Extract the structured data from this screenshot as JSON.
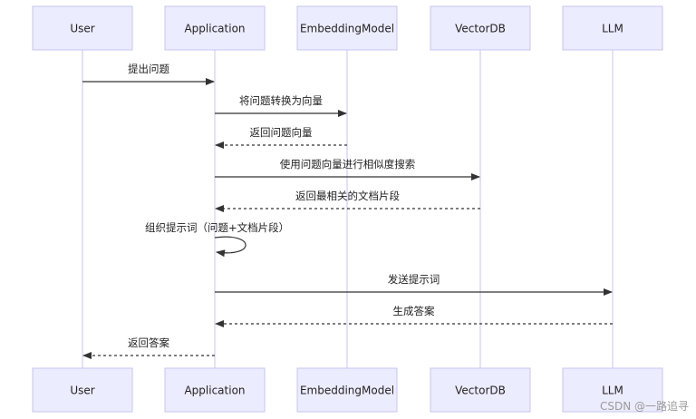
{
  "participants": [
    {
      "id": "user",
      "label": "User"
    },
    {
      "id": "app",
      "label": "Application"
    },
    {
      "id": "emb",
      "label": "EmbeddingModel"
    },
    {
      "id": "vdb",
      "label": "VectorDB"
    },
    {
      "id": "llm",
      "label": "LLM"
    }
  ],
  "messages": [
    {
      "from": "user",
      "to": "app",
      "label": "提出问题",
      "style": "solid"
    },
    {
      "from": "app",
      "to": "emb",
      "label": "将问题转换为向量",
      "style": "solid"
    },
    {
      "from": "emb",
      "to": "app",
      "label": "返回问题向量",
      "style": "dashed"
    },
    {
      "from": "app",
      "to": "vdb",
      "label": "使用问题向量进行相似度搜索",
      "style": "solid"
    },
    {
      "from": "vdb",
      "to": "app",
      "label": "返回最相关的文档片段",
      "style": "dashed"
    },
    {
      "from": "app",
      "to": "app",
      "label": "组织提示词（问题+文档片段）",
      "style": "solid"
    },
    {
      "from": "app",
      "to": "llm",
      "label": "发送提示词",
      "style": "solid"
    },
    {
      "from": "llm",
      "to": "app",
      "label": "生成答案",
      "style": "dashed"
    },
    {
      "from": "app",
      "to": "user",
      "label": "返回答案",
      "style": "dashed"
    }
  ],
  "watermark": "CSDN @一路追寻",
  "colors": {
    "actor_fill": "#ececff",
    "actor_border": "#c4c4f0",
    "lifeline": "#c9c3f0",
    "arrow": "#333333",
    "text": "#222222",
    "watermark": "#9a9a9a"
  }
}
